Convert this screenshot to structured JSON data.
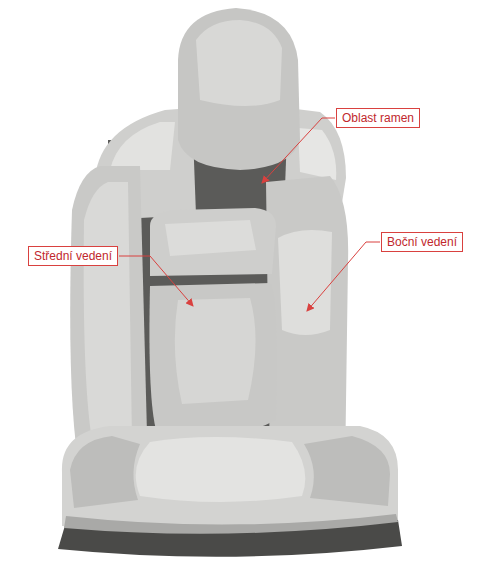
{
  "diagram": {
    "nodes": [
      {
        "text": [
          "Oblast ramen"
        ]
      },
      {
        "text": [
          "Střední vedení"
        ]
      },
      {
        "text": [
          "Boční vedení"
        ]
      }
    ]
  }
}
